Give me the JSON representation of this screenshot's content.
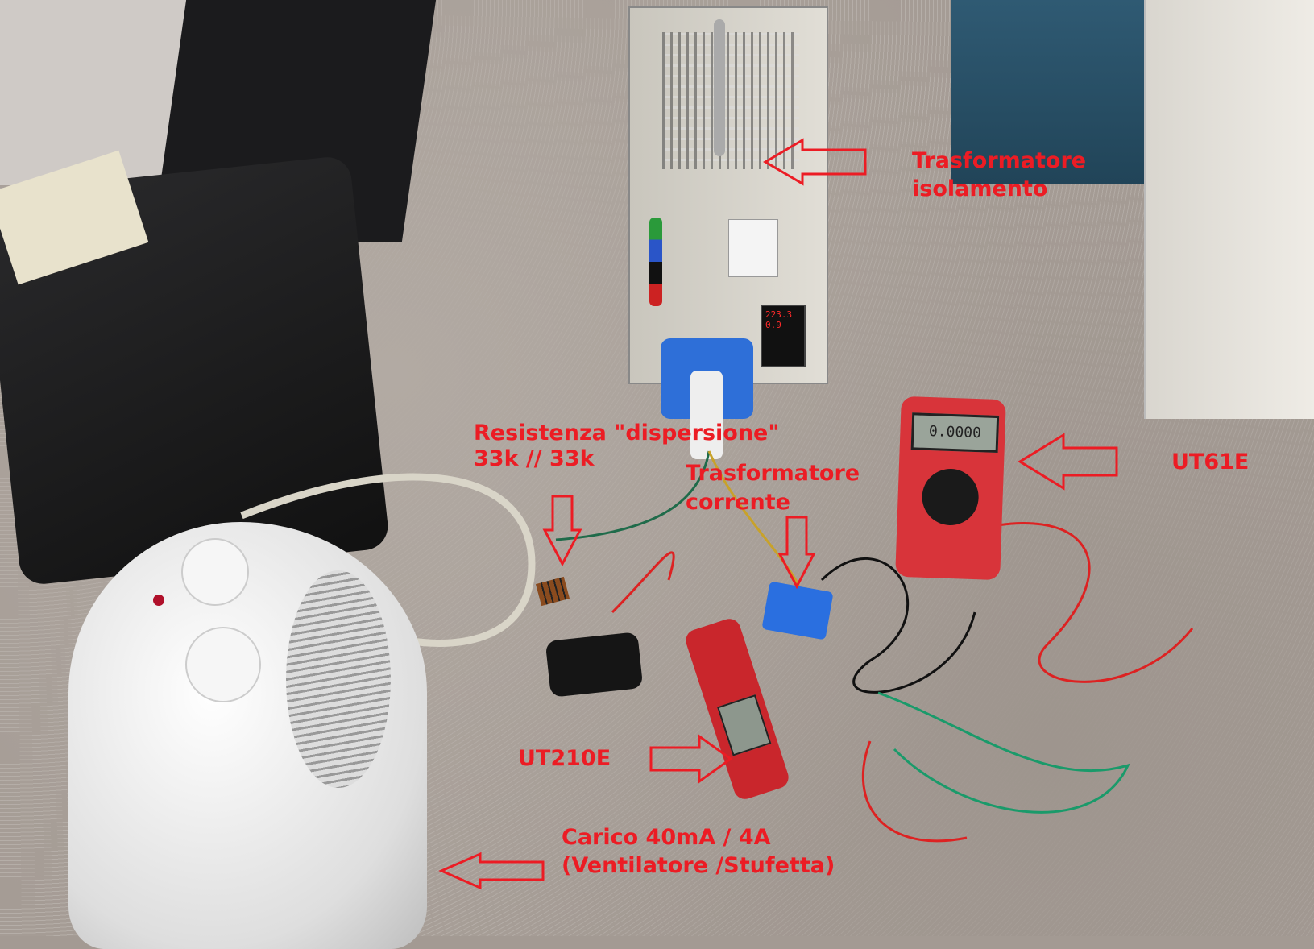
{
  "labels": {
    "isolation_transformer": [
      "Trasformatore",
      "isolamento"
    ],
    "leakage_resistor": [
      "Resistenza \"dispersione\"",
      "33k // 33k"
    ],
    "current_transformer": [
      "Trasformatore",
      "corrente"
    ],
    "multimeter": "UT61E",
    "clamp_meter": "UT210E",
    "load": [
      "Carico 40mA / 4A",
      "(Ventilatore /Stufetta)"
    ]
  },
  "displays": {
    "transformer_panel": [
      "223.3",
      "0.9"
    ],
    "multimeter": "0.0000"
  },
  "colors": {
    "annotation": "#ec1c24"
  }
}
